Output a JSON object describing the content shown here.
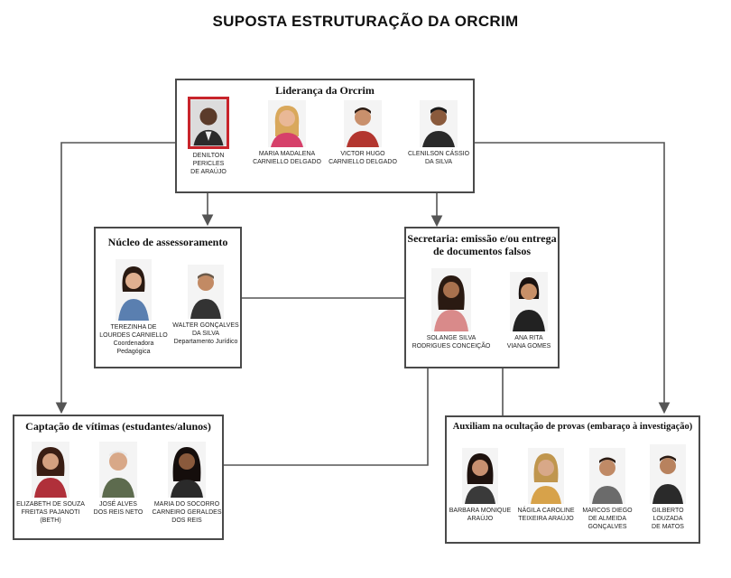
{
  "title": "SUPOSTA ESTRUTURAÇÃO DA ORCRIM",
  "groups": {
    "leadership": {
      "title": "Liderança da Orcrim",
      "members": [
        {
          "name": "DENILTON PERICLES\nDE ARAÚJO"
        },
        {
          "name": "MARIA MADALENA\nCARNIELLO DELGADO"
        },
        {
          "name": "VICTOR HUGO\nCARNIELLO DELGADO"
        },
        {
          "name": "CLENILSON CÁSSIO\nDA SILVA"
        }
      ]
    },
    "advisory": {
      "title": "Núcleo de assessoramento",
      "members": [
        {
          "name": "TEREZINHA DE\nLOURDES CARNIELLO\nCoordenadora Pedagógica"
        },
        {
          "name": "WALTER GONÇALVES\nDA SILVA\nDepartamento Jurídico"
        }
      ]
    },
    "secretariat": {
      "title": "Secretaria: emissão e/ou entrega\nde documentos falsos",
      "members": [
        {
          "name": "SOLANGE SILVA\nRODRIGUES CONCEIÇÃO"
        },
        {
          "name": "ANA RITA\nVIANA GOMES"
        }
      ]
    },
    "victims": {
      "title": "Captação de vítimas (estudantes/alunos)",
      "members": [
        {
          "name": "ELIZABETH DE SOUZA\nFREITAS PAJANOTI\n(BETH)"
        },
        {
          "name": "JOSÉ ALVES\nDOS REIS NETO"
        },
        {
          "name": "MARIA DO SOCORRO\nCARNEIRO GERALDES\nDOS REIS"
        }
      ]
    },
    "concealment": {
      "title": "Auxiliam na ocultação de provas (embaraço à investigação)",
      "members": [
        {
          "name": "BARBARA MONIQUE\nARAÚJO"
        },
        {
          "name": "NÁGILA CAROLINE\nTEIXEIRA ARAÚJO"
        },
        {
          "name": "MARCOS DIEGO\nDE ALMEIDA\nGONÇALVES"
        },
        {
          "name": "GILBERTO LOUZADA\nDE MATOS"
        }
      ]
    }
  },
  "colors": {
    "border": "#4a4a4a",
    "lines": "#555555",
    "highlight": "#c8242b"
  }
}
